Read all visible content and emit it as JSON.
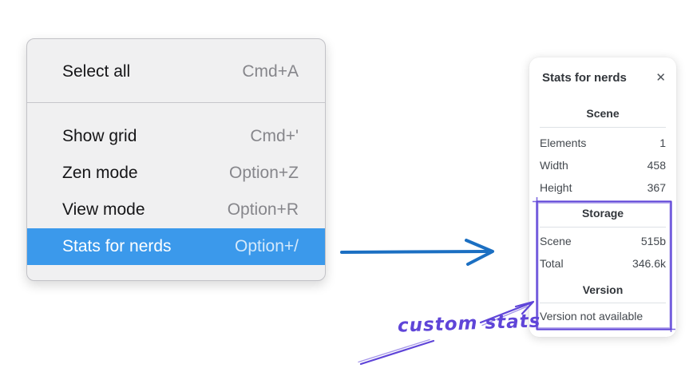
{
  "menu": {
    "items": [
      {
        "label": "Select all",
        "shortcut": "Cmd+A",
        "highlighted": false
      },
      {
        "label": "Show grid",
        "shortcut": "Cmd+'",
        "highlighted": false
      },
      {
        "label": "Zen mode",
        "shortcut": "Option+Z",
        "highlighted": false
      },
      {
        "label": "View mode",
        "shortcut": "Option+R",
        "highlighted": false
      },
      {
        "label": "Stats for nerds",
        "shortcut": "Option+/",
        "highlighted": true
      }
    ],
    "highlight_color": "#3b99eb"
  },
  "stats_panel": {
    "title": "Stats for nerds",
    "close_icon": "✕",
    "sections": [
      {
        "header": "Scene",
        "rows": [
          {
            "label": "Elements",
            "value": "1"
          },
          {
            "label": "Width",
            "value": "458"
          },
          {
            "label": "Height",
            "value": "367"
          }
        ]
      },
      {
        "header": "Storage",
        "rows": [
          {
            "label": "Scene",
            "value": "515b"
          },
          {
            "label": "Total",
            "value": "346.6k"
          }
        ]
      },
      {
        "header": "Version",
        "rows": [],
        "note": "Version not available"
      }
    ]
  },
  "annotation": {
    "label": "custom stats",
    "color": "#5f45d8"
  },
  "colors": {
    "flow_arrow": "#1b6fc2",
    "annotation": "#5f45d8",
    "menu_highlight": "#3b99eb",
    "menu_background": "#f0f0f1",
    "panel_background": "#ffffff"
  }
}
